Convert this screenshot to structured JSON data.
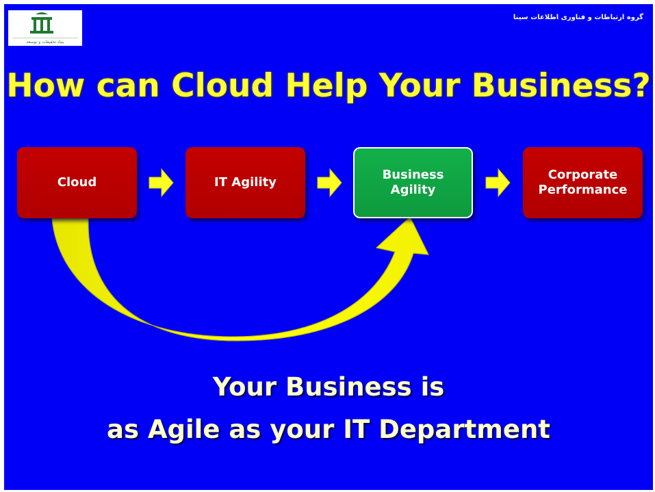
{
  "header": {
    "org_text": "گروه ارتباطات و فناوری اطلاعات سینا",
    "logo_caption": "بنیاد تحقیقات و توسعه"
  },
  "slide": {
    "title": "How can Cloud Help Your Business?",
    "flow": [
      {
        "label": "Cloud",
        "color": "#c00000"
      },
      {
        "label": "IT Agility",
        "color": "#c00000"
      },
      {
        "label": "Business Agility",
        "color": "#12a847"
      },
      {
        "label": "Corporate Performance",
        "color": "#c00000"
      }
    ],
    "tagline_line1": "Your Business is",
    "tagline_line2": "as Agile as your IT Department"
  },
  "colors": {
    "background": "#0000f6",
    "title": "#ffff33",
    "arrow": "#ffff00",
    "box_red": "#c00000",
    "box_green": "#12a847"
  }
}
